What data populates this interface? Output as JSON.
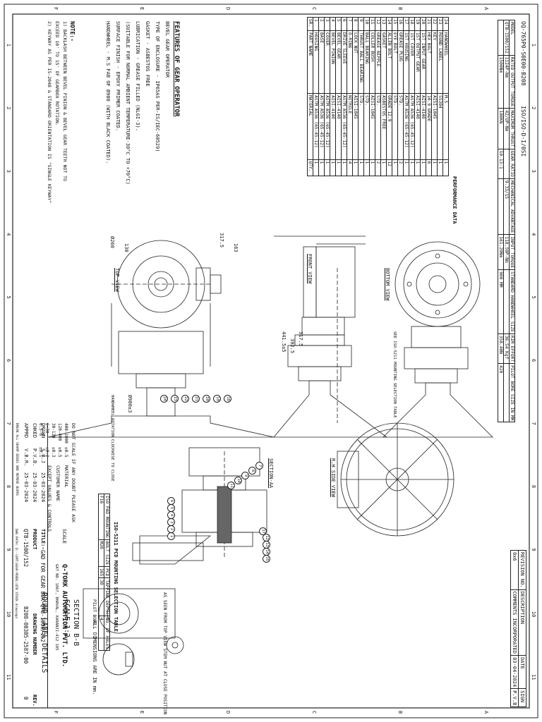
{
  "border": {
    "columns": [
      "1",
      "2",
      "3",
      "4",
      "5",
      "6",
      "7",
      "8",
      "9",
      "10",
      "11"
    ],
    "rows": [
      "A",
      "B",
      "C",
      "D",
      "E",
      "F"
    ]
  },
  "header_drawing_no": "OQ-765P0-S0E00-B208",
  "header_rev": "ISO/ISO-D-I/0SI",
  "perf_table": {
    "title": "PERFORMANCE DATA",
    "headers": [
      "MODEL",
      "RATED OUTPUT TORQUE",
      "MAXIMUM THRUST",
      "GEAR RATIO",
      "MECHANICAL ADVANTAGE",
      "INPUT TORQUE",
      "STANDARD HANDWHEEL SIZE",
      "RIM EFFORT",
      "PILOT BORE SIZE IN MM"
    ],
    "row1": [
      "QTB-1500/152",
      "1124P-Nm",
      "42/UP-Nm",
      "",
      "9.33/15",
      "118.59P-Nm",
      "",
      "36.54 Kgf",
      ""
    ],
    "row2": [
      "",
      "1500Nm",
      "180KN",
      "10.13:1",
      "",
      "161.29Nm",
      "900 MM",
      "358.40N",
      "420"
    ]
  },
  "parts": {
    "headers": [
      "SR.",
      "PART NAME",
      "MATERIAL",
      "QTY."
    ],
    "rows": [
      [
        "24",
        "HANDWHEEL",
        "M.S",
        "1"
      ],
      [
        "23",
        "ROUND LABEL",
        "SS304",
        "1"
      ],
      [
        "22",
        "KEY",
        "AISI-1045",
        "1"
      ],
      [
        "21",
        "HEX BOLT",
        "10.9 GRADE",
        "6"
      ],
      [
        "20",
        "1ST INPUT GEAR",
        "AISI-4140",
        "1"
      ],
      [
        "19",
        "1ST OUTPUT GEAR",
        "AISI-4140",
        "1"
      ],
      [
        "18",
        "1ST COVER",
        "ASTM A536 (65-45-12)",
        "1"
      ],
      [
        "17",
        "1ST HOUSING",
        "ASTM A536 (65-45-12)",
        "1"
      ],
      [
        "16",
        "GREASE PLUG",
        "STD.",
        "2"
      ],
      [
        "15",
        "EYE BOLT",
        "STD.",
        "1"
      ],
      [
        "14",
        "ALLEN BOLT",
        "GRADE 12.9",
        "12"
      ],
      [
        "13",
        "GASKET",
        "ASBESTOS FREE",
        "1"
      ],
      [
        "12",
        "GREASE NIPPLE",
        "STD.",
        "2"
      ],
      [
        "11",
        "COLLER BUSH",
        "AISI-1045",
        "1"
      ],
      [
        "10",
        "BALL BEARING",
        "STD.",
        "1"
      ],
      [
        "9",
        "THRUST BALL BEARING",
        "STD.",
        "1"
      ],
      [
        "8",
        "LOCK NUT",
        "AISI-1045",
        "1"
      ],
      [
        "7",
        "O-RING",
        "NITRILE",
        "4"
      ],
      [
        "6",
        "DRIVE SLEEVE",
        "ASTM A536 (65-45-12)",
        "1"
      ],
      [
        "5",
        "BEVEL GEAR",
        "AISI-4140",
        "1"
      ],
      [
        "4",
        "BEVEL PINION",
        "AISI-4140",
        "1"
      ],
      [
        "3",
        "COVER",
        "ASTM A536 (65-45-12)",
        "1"
      ],
      [
        "2",
        "BASE",
        "ASTM A536 (65-45-12)",
        "1"
      ],
      [
        "1",
        "HOUSING",
        "ASTM A536 (65-45-12)",
        "1"
      ]
    ]
  },
  "features": {
    "title": "FEATURES OF GEAR OPERATOR",
    "lines": [
      "BEVEL GEAR OPERATOR",
      "TYPE OF ENCLOSURE - IP65AS PER-IS/IEC-60529)",
      "GASKET - ASBESTOS FREE",
      "LUBRICATION - GREASE FILLED (NLGI-3).",
      "(SUITABLE FOR NORMAL AMBIENT TEMPERATURE-30°C TO +70°C)",
      "SURFACE FINISH - EPOXY PRIMER COATED.",
      "HANDWHEEL - M.S FAB OF Ø900 (WITH BLACK COATED)."
    ]
  },
  "note": {
    "title": "NOTE:-",
    "lines": [
      "1) BACKLASH BETWEEN BEVEL PINION & BEVEL GEAR TEETH NOT TO",
      "    EXCEED 10' TO 15' OF GEARBOX ROTATION.",
      "2) KEYWAY AS PER IS-2048 & STANDARD ORIENTATION IS \"SINGLE KEYWAY\""
    ]
  },
  "views": {
    "bottom": "BOTTOM VIEW",
    "front": "FRONT VIEW",
    "top": "TOP VIEW",
    "rh_side": "R.H SIDE VIEW",
    "section_aa": "SECTION-AA",
    "section_bb": "SECTION B-B",
    "scale": "SCALE-1:2",
    "round_label": "ROUND LABEL DETAILS",
    "see_iso": "SEE ISO-5211 MOUNTING SELECTION TABLE",
    "handwheel_rotation": "HANDWHEEL ROTATION CLOCKWISE TO CLOSE",
    "stem_nut": "AS SEEN FROM TOP VIEW STEM NUT AT CLOSE POSITION",
    "pilot_bore": "PILOT BORE"
  },
  "dims": {
    "d317_5": "317.5",
    "d163": "163",
    "d260": "Ø260",
    "d130": "130",
    "d317_5v": "317.5",
    "d392_5": "392.5",
    "d441_5": "441.5±5",
    "d900": "Ø900±3"
  },
  "balloons": [
    "7",
    "8",
    "9",
    "10",
    "11",
    "6",
    "5",
    "4",
    "3",
    "2",
    "1",
    "12",
    "13",
    "14",
    "15",
    "17",
    "18",
    "19",
    "20",
    "21",
    "22",
    "23",
    "24"
  ],
  "revision": {
    "label": "REVISION NO.",
    "desc_label": "DESCRIPTION",
    "date_label": "DATE",
    "sign_label": "SIGN",
    "rev_no": "0x6",
    "desc": "COMMENTS INCORPORATED",
    "date": "03-04-2024",
    "sign": "P.V.B"
  },
  "iso_table": {
    "title": "ISO-5211 PCD MOUNTING SELECTION TABLE",
    "headers": [
      "ISO PAD MOUNTING",
      "BOLT SIZE",
      "PCD",
      "TAPPING DEPTH",
      "NO. OF HOLES"
    ],
    "row": [
      "F16",
      "M20",
      "165",
      "30",
      "4"
    ],
    "unit": "ALL DIMENSIONS ARE IN mm."
  },
  "tolerance": {
    "note": "DO NOT SCALE IF ANY DOUBT PLEASE ASK",
    "rows": [
      [
        "400-1000",
        "±0.5"
      ],
      [
        "120-400",
        "±0.5"
      ],
      [
        "30-120",
        "±0.3"
      ],
      [
        "6-30",
        "±0.2"
      ],
      [
        "0.5-6",
        "±0.1"
      ]
    ],
    "material": "MATERIAL",
    "customer": "CUSTOMER NAME",
    "edge": "EXCEPT VALUES & CONTROLS",
    "small": "BREAK ALL SHARP EDGES AND REMOVE BURRS"
  },
  "company": {
    "name": "Q-TORK AUTOMATION PVT. LTD.",
    "address": "GAT NO. 1867, BHAVAL, KARANJI-412 105",
    "scale_label": "SCALE",
    "title_label": "TITLE:-",
    "title": "GAD FOR GEAR BOX QTB-1500/152",
    "product_label": "PRODUCT",
    "product": "QTB-1500/152",
    "drawing_no_label": "DRAWING NUMBER",
    "drawing_no": "B208-00305-2587-00",
    "rev_label": "REV.",
    "rev": "0",
    "drawn": "DRAWN",
    "drawn_by": "S.R.J",
    "drawn_date": "25-03-2024",
    "chked": "CHKED",
    "chked_by": "P.V.B.",
    "chked_date": "25-03-2024",
    "apprd": "APPRD",
    "apprd_by": "V.B.R.",
    "apprd_date": "25-03-2024",
    "path": "DWG PATH: D:-\\GMT\\GEAR-MODEL\\QTB STOCK drawings"
  }
}
